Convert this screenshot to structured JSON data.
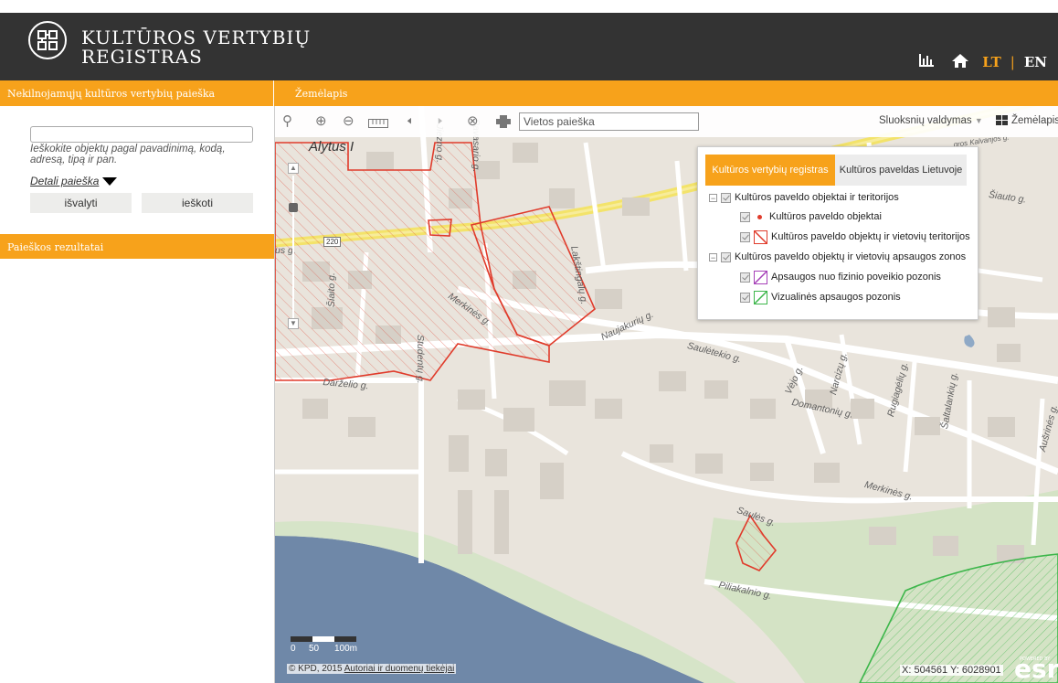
{
  "header": {
    "title_line1": "KULTŪROS VERTYBIŲ",
    "title_line2": "REGISTRAS",
    "lang_active": "LT",
    "lang_separator": "|",
    "lang_other": "EN",
    "icons": [
      "chart-icon",
      "home-icon"
    ]
  },
  "sidebar": {
    "section_title": "Nekilnojamųjų kultūros vertybių paieška",
    "search_value": "",
    "hint": "Ieškokite objektų pagal pavadinimą, kodą, adresą, tipą ir pan.",
    "detail_link": "Detali paieška",
    "clear_label": "išvalyti",
    "search_label": "ieškoti",
    "results_title": "Paieškos rezultatai"
  },
  "map": {
    "tab_title": "Žemėlapis",
    "place_search_placeholder": "Vietos paieška",
    "layers_control": "Sluoksnių valdymas",
    "basemap_control": "Žemėlapis",
    "layer_panel": {
      "tabs": [
        "Kultūros vertybių registras",
        "Kultūros paveldas Lietuvoje"
      ],
      "groups": [
        {
          "label": "Kultūros paveldo objektai ir teritorijos",
          "items": [
            "Kultūros paveldo objektai",
            "Kultūros paveldo objektų ir vietovių teritorijos"
          ]
        },
        {
          "label": "Kultūros paveldo objektų ir vietovių apsaugos zonos",
          "items": [
            "Apsaugos nuo fizinio poveikio pozonis",
            "Vizualinės apsaugos pozonis"
          ]
        }
      ]
    },
    "street_labels": {
      "alytus": "Alytus I",
      "road_number": "220",
      "road_left": "us g.",
      "jiezno": "Jiezno g.",
      "pavasario": "Pavasario g.",
      "rautas": "Šiauto g.",
      "merkines_1": "Merkinės g.",
      "naujakuriu": "Naujakurių g.",
      "sauletekio": "Saulėtekio g.",
      "darzelio": "Darželio g.",
      "studentu": "Studentų g.",
      "siaito": "Šiaito g.",
      "lakstingalu": "Lakštingalų g.",
      "vejo": "Vėjo g.",
      "narcizu": "Narcizų g.",
      "rugiagéliu": "Rugiagėlių g.",
      "domantoniu": "Domantonių g.",
      "saltalankiu": "Šaltalankių g.",
      "ausrines": "Aušrinės g.",
      "merkines_2": "Merkinės g.",
      "sauliu": "Saulės g.",
      "piliakalnio": "Piliakalnio g.",
      "top_right": "gros Kalvarijos g."
    },
    "scale": {
      "zero": "0",
      "mid": "50",
      "max": "100m"
    },
    "attribution": "© KPD, 2015",
    "attribution_link": "Autoriai ir duomenų tiekėjai",
    "coords": "X: 504561  Y: 6028901",
    "esri": "esri",
    "powered_by": "POWERED BY"
  },
  "colors": {
    "header_bg": "#333333",
    "accent": "#f7a21b",
    "heritage_red": "#e03b2b",
    "visual_zone_green": "#3cb64a",
    "physical_zone_purple": "#a640b8",
    "river": "#6f88a8"
  }
}
